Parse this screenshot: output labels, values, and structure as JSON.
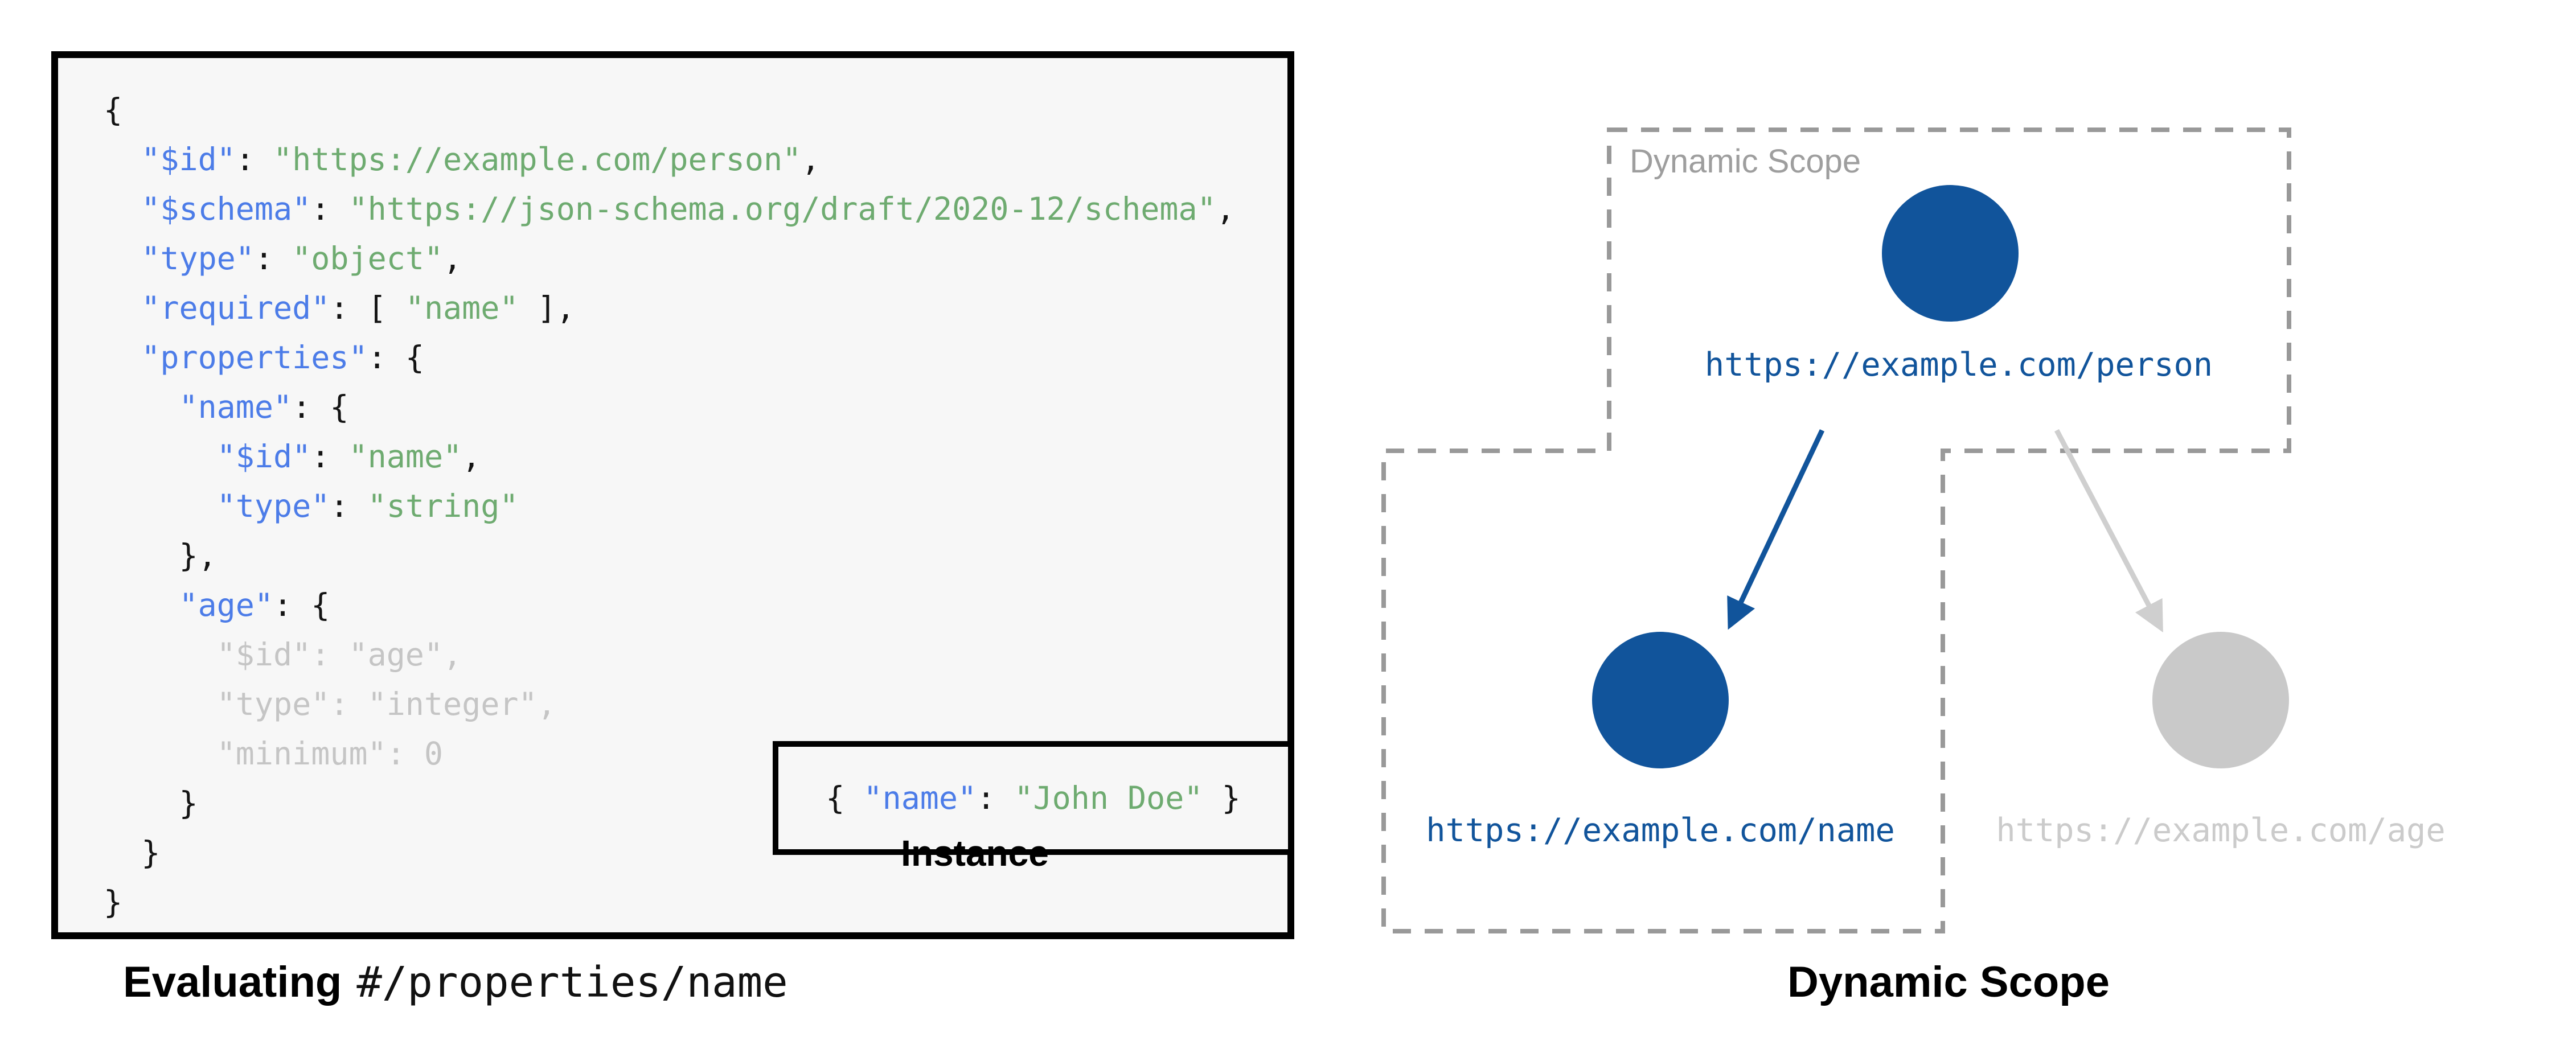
{
  "colors": {
    "code_key_blue": "#4C7CE8",
    "code_string_green": "#6EAB70",
    "code_muted_gray": "#C5C5C5",
    "code_punct_black": "#141414",
    "node_blue": "#11549B",
    "node_gray": "#C9C9C9",
    "arrow_gray": "#CFCFCF",
    "dashed_border_gray": "#999999",
    "scope_label_gray": "#9E9E9E",
    "code_background": "#F7F7F7"
  },
  "left_panel": {
    "code_lines": [
      [
        {
          "t": "{",
          "c": "p"
        }
      ],
      [
        {
          "t": "  ",
          "c": "p"
        },
        {
          "t": "\"$id\"",
          "c": "k"
        },
        {
          "t": ": ",
          "c": "p"
        },
        {
          "t": "\"https://example.com/person\"",
          "c": "s"
        },
        {
          "t": ",",
          "c": "p"
        }
      ],
      [
        {
          "t": "  ",
          "c": "p"
        },
        {
          "t": "\"$schema\"",
          "c": "k"
        },
        {
          "t": ": ",
          "c": "p"
        },
        {
          "t": "\"https://json-schema.org/draft/2020-12/schema\"",
          "c": "s"
        },
        {
          "t": ",",
          "c": "p"
        }
      ],
      [
        {
          "t": "  ",
          "c": "p"
        },
        {
          "t": "\"type\"",
          "c": "k"
        },
        {
          "t": ": ",
          "c": "p"
        },
        {
          "t": "\"object\"",
          "c": "s"
        },
        {
          "t": ",",
          "c": "p"
        }
      ],
      [
        {
          "t": "  ",
          "c": "p"
        },
        {
          "t": "\"required\"",
          "c": "k"
        },
        {
          "t": ": [ ",
          "c": "p"
        },
        {
          "t": "\"name\"",
          "c": "s"
        },
        {
          "t": " ],",
          "c": "p"
        }
      ],
      [
        {
          "t": "  ",
          "c": "p"
        },
        {
          "t": "\"properties\"",
          "c": "k"
        },
        {
          "t": ": {",
          "c": "p"
        }
      ],
      [
        {
          "t": "    ",
          "c": "p"
        },
        {
          "t": "\"name\"",
          "c": "k"
        },
        {
          "t": ": {",
          "c": "p"
        }
      ],
      [
        {
          "t": "      ",
          "c": "p"
        },
        {
          "t": "\"$id\"",
          "c": "k"
        },
        {
          "t": ": ",
          "c": "p"
        },
        {
          "t": "\"name\"",
          "c": "s"
        },
        {
          "t": ",",
          "c": "p"
        }
      ],
      [
        {
          "t": "      ",
          "c": "p"
        },
        {
          "t": "\"type\"",
          "c": "k"
        },
        {
          "t": ": ",
          "c": "p"
        },
        {
          "t": "\"string\"",
          "c": "s"
        }
      ],
      [
        {
          "t": "    },",
          "c": "p"
        }
      ],
      [
        {
          "t": "    ",
          "c": "p"
        },
        {
          "t": "\"age\"",
          "c": "k"
        },
        {
          "t": ": {",
          "c": "p"
        }
      ],
      [
        {
          "t": "      \"$id\": \"age\",",
          "c": "g"
        }
      ],
      [
        {
          "t": "      \"type\": \"integer\",",
          "c": "g"
        }
      ],
      [
        {
          "t": "      \"minimum\": 0",
          "c": "g"
        }
      ],
      [
        {
          "t": "    }",
          "c": "p"
        }
      ],
      [
        {
          "t": "  }",
          "c": "p"
        }
      ],
      [
        {
          "t": "}",
          "c": "p"
        }
      ]
    ],
    "instance_box": {
      "tokens": [
        {
          "t": "{ ",
          "c": "p"
        },
        {
          "t": "\"name\"",
          "c": "k"
        },
        {
          "t": ": ",
          "c": "p"
        },
        {
          "t": "\"John Doe\"",
          "c": "s"
        },
        {
          "t": " }",
          "c": "p"
        }
      ],
      "label": "Instance"
    },
    "caption": {
      "bold_text": "Evaluating",
      "mono_text": "#/properties/name"
    }
  },
  "right_panel": {
    "scope_box_label": "Dynamic Scope",
    "caption": "Dynamic Scope",
    "nodes": [
      {
        "name": "person",
        "url": "https://example.com/person",
        "state": "in-scope"
      },
      {
        "name": "name",
        "url": "https://example.com/name",
        "state": "in-scope"
      },
      {
        "name": "age",
        "url": "https://example.com/age",
        "state": "out-of-scope"
      }
    ]
  }
}
